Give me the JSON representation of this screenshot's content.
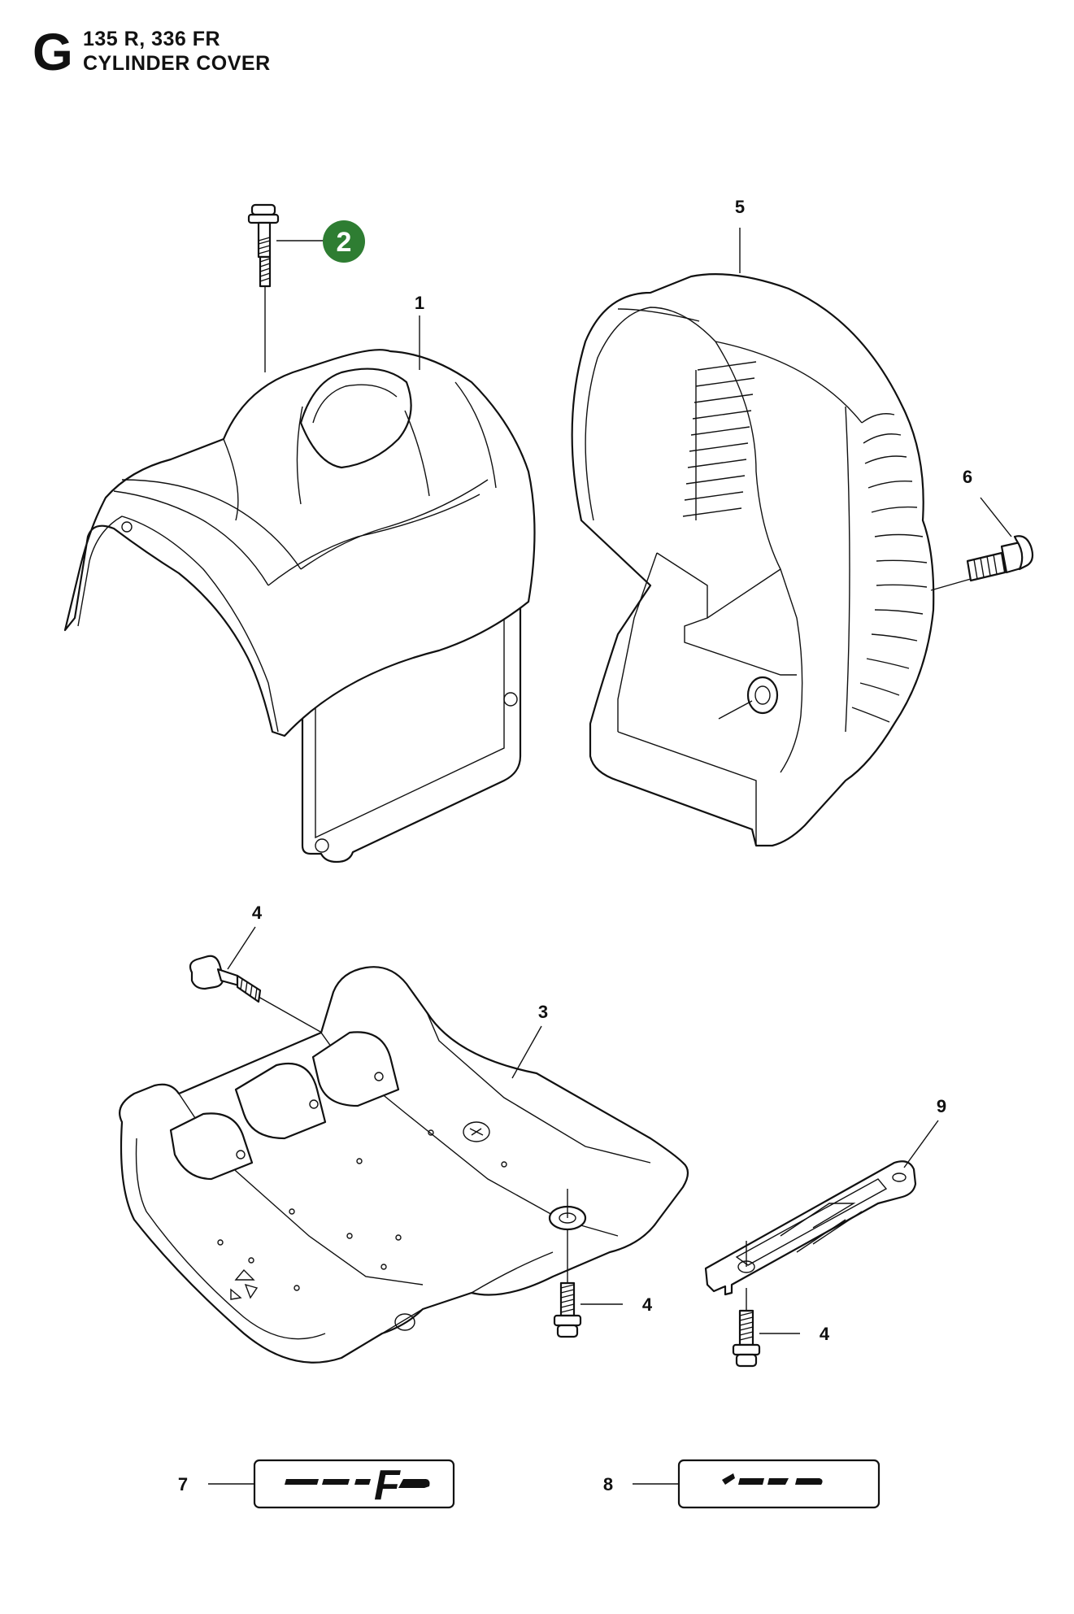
{
  "header": {
    "section_letter": "G",
    "models": "135 R, 336 FR",
    "title": "CYLINDER COVER"
  },
  "callouts": {
    "cylinder_cover": "1",
    "screw_top": "2",
    "bottom_cover": "3",
    "screw_left": "4",
    "screw_bottom_center": "4",
    "screw_bracket": "4",
    "front_cover": "5",
    "screw_side": "6",
    "decal_left": "7",
    "decal_right": "8",
    "bracket": "9"
  },
  "highlight": {
    "callout": "2",
    "color": "#2e7d32"
  },
  "decals": {
    "left_text": "F",
    "right_text": ""
  }
}
